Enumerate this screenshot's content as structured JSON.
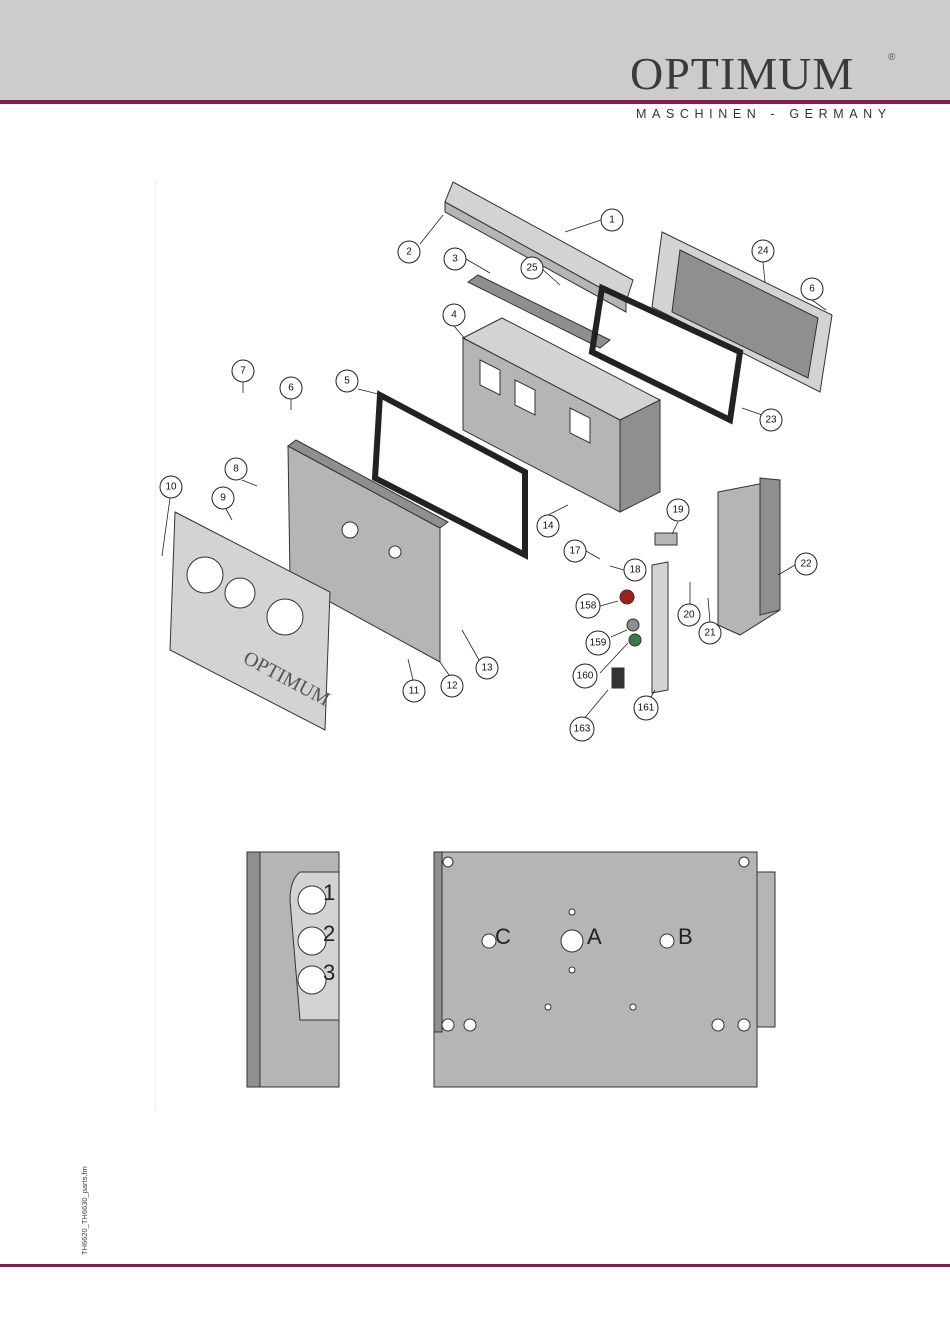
{
  "header": {
    "brand": "OPTIMUM",
    "registered_mark": "®",
    "subtitle": "MASCHINEN - GERMANY"
  },
  "colors": {
    "header_gray": "#cbcccd",
    "accent": "#8c1a4f"
  },
  "diagram": {
    "callouts": [
      "1",
      "2",
      "3",
      "4",
      "5",
      "6",
      "7",
      "8",
      "9",
      "10",
      "11",
      "12",
      "13",
      "14",
      "17",
      "18",
      "19",
      "20",
      "21",
      "22",
      "23",
      "24",
      "25",
      "158",
      "159",
      "160",
      "161",
      "163"
    ],
    "panel_logo": "OPTIMUM",
    "side_view_labels": [
      "1",
      "2",
      "3"
    ],
    "front_view_labels": [
      "C",
      "A",
      "B"
    ]
  },
  "footer": {
    "filename": "TH6620_TH6630_parts.fm"
  }
}
